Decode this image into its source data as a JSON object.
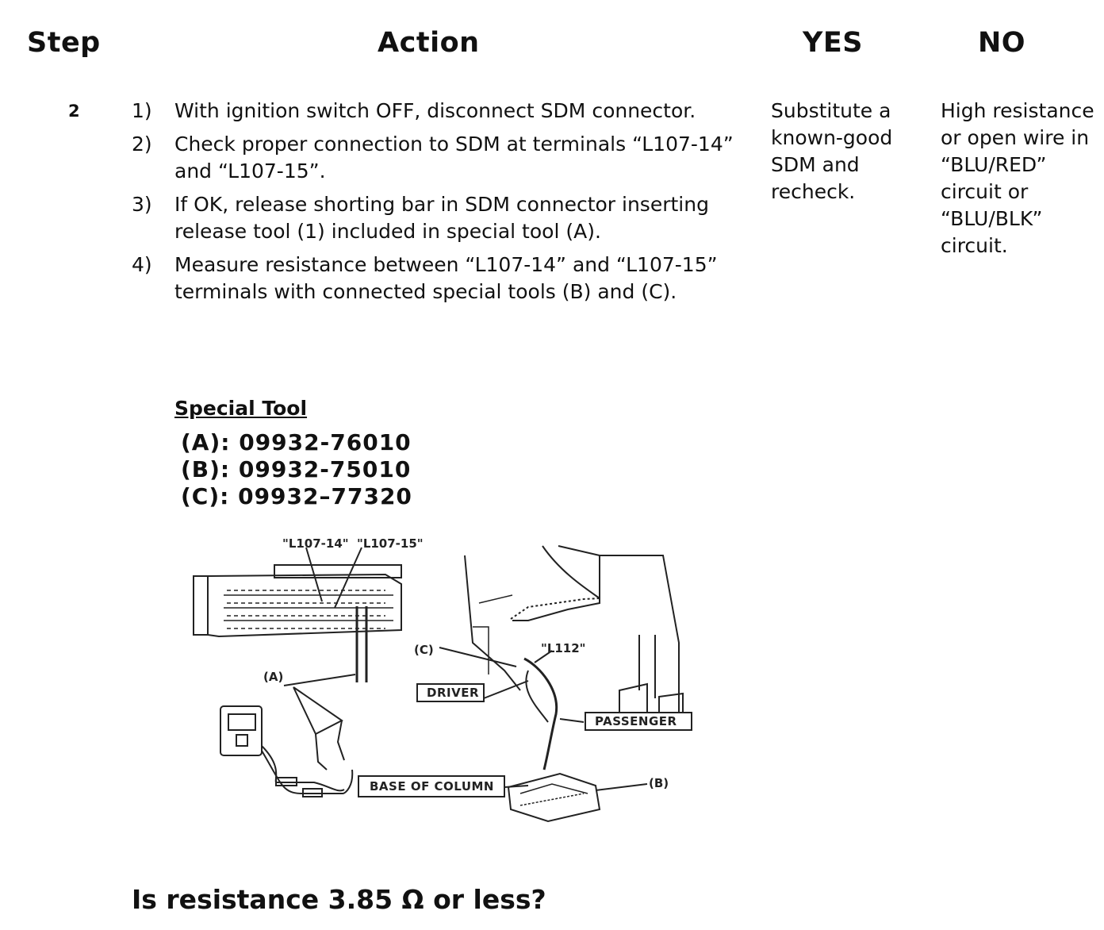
{
  "header": {
    "step": "Step",
    "action": "Action",
    "yes": "YES",
    "no": "NO"
  },
  "step_number": "2",
  "actions": [
    {
      "num": "1)",
      "text": "With ignition switch OFF, disconnect SDM connector."
    },
    {
      "num": "2)",
      "text": "Check proper connection to SDM at terminals “L107-14” and “L107-15”."
    },
    {
      "num": "3)",
      "text": "If OK, release shorting bar in SDM connector inserting release tool (1) included in special tool (A)."
    },
    {
      "num": "4)",
      "text": "Measure resistance between “L107-14” and “L107-15” terminals with connected special tools (B) and (C)."
    }
  ],
  "yes_text": "Substitute a known-good SDM and recheck.",
  "no_text": "High resistance or open wire in “BLU/RED” circuit or “BLU/BLK” circuit.",
  "special_tool": {
    "title": "Special Tool",
    "items": [
      "(A): 09932-76010",
      "(B): 09932-75010",
      "(C): 09932–77320"
    ]
  },
  "diagram_labels": {
    "terminal_14": "\"L107-14\"",
    "terminal_15": "\"L107-15\"",
    "tool_a": "(A)",
    "tool_b": "(B)",
    "tool_c": "(C)",
    "connector": "\"L112\"",
    "driver": "DRIVER",
    "passenger": "PASSENGER",
    "base_of_column": "BASE OF COLUMN"
  },
  "question": "Is resistance 3.85 Ω or less?"
}
